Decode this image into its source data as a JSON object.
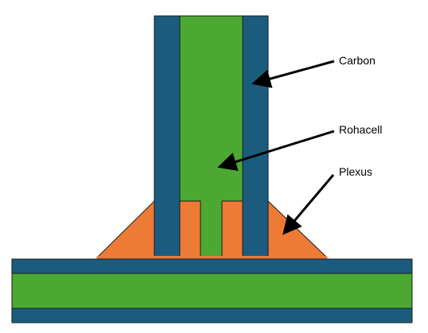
{
  "diagram": {
    "labels": {
      "carbon": "Carbon",
      "rohacell": "Rohacell",
      "plexus": "Plexus"
    },
    "materials": {
      "carbon": {
        "color": "#1b5c7e",
        "description": "dark blue skin layers"
      },
      "rohacell": {
        "color": "#4ca832",
        "description": "green foam core"
      },
      "plexus": {
        "color": "#ed7a35",
        "description": "orange adhesive fillet"
      }
    },
    "stroke_color": "#1a1a1a",
    "arrow_color": "#000000"
  }
}
